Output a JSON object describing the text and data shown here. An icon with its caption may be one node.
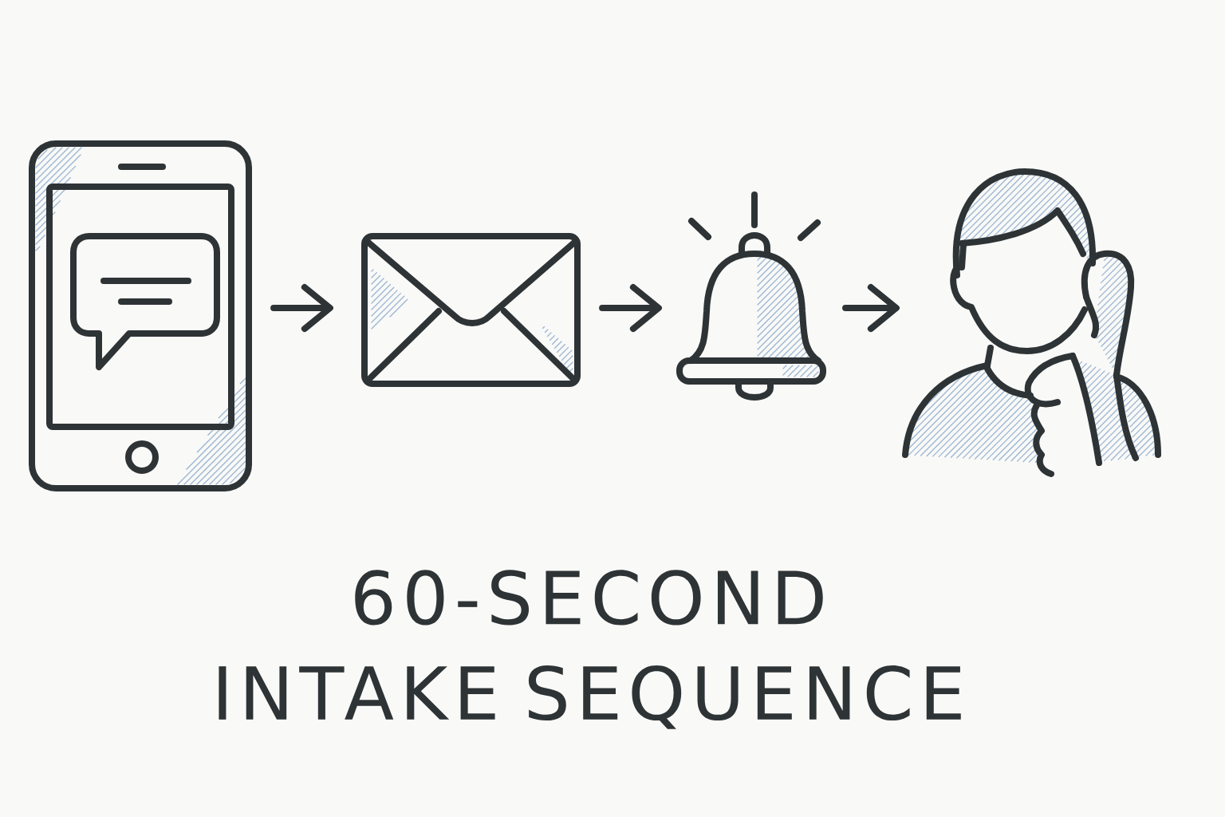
{
  "diagram": {
    "title": "60-SECOND INTAKE SEQUENCE",
    "nodes": [
      {
        "text": [],
        "shape": "picture"
      },
      {
        "text": [],
        "shape": "picture"
      },
      {
        "text": [],
        "shape": "picture"
      },
      {
        "text": [],
        "shape": "picture"
      }
    ],
    "edges": [
      {
        "from": 0,
        "to": 1,
        "arrow": "to"
      },
      {
        "from": 1,
        "to": 2,
        "arrow": "to"
      },
      {
        "from": 2,
        "to": 3,
        "arrow": "to"
      }
    ]
  }
}
